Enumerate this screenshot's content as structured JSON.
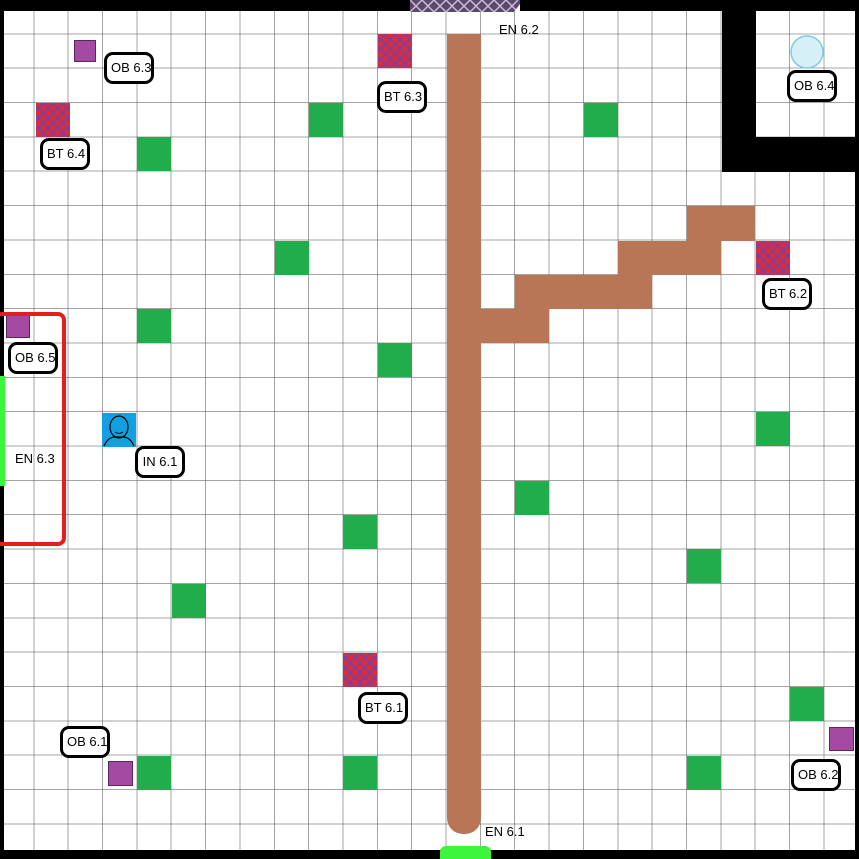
{
  "colors": {
    "bush": "#22ad4c",
    "object": "#a44aa3",
    "trap": "#d92d3a",
    "path": "#b87656",
    "wall": "#000000",
    "zone_border": "#e41d1d",
    "agent": "#13a0e0",
    "entry_green": "#3ef53e"
  },
  "labels": {
    "ob1": "OB 6.1",
    "ob2": "OB 6.2",
    "ob3": "OB 6.3",
    "ob4": "OB 6.4",
    "ob5": "OB 6.5",
    "bt1": "BT 6.1",
    "bt2": "BT 6.2",
    "bt3": "BT 6.3",
    "bt4": "BT 6.4",
    "in1": "IN 6.1",
    "en1": "EN 6.1",
    "en2": "EN 6.2",
    "en3": "EN 6.3"
  },
  "icons": {
    "agent": "person-icon",
    "goal": "circle-goal-icon",
    "gate": "lattice-gate-icon"
  }
}
